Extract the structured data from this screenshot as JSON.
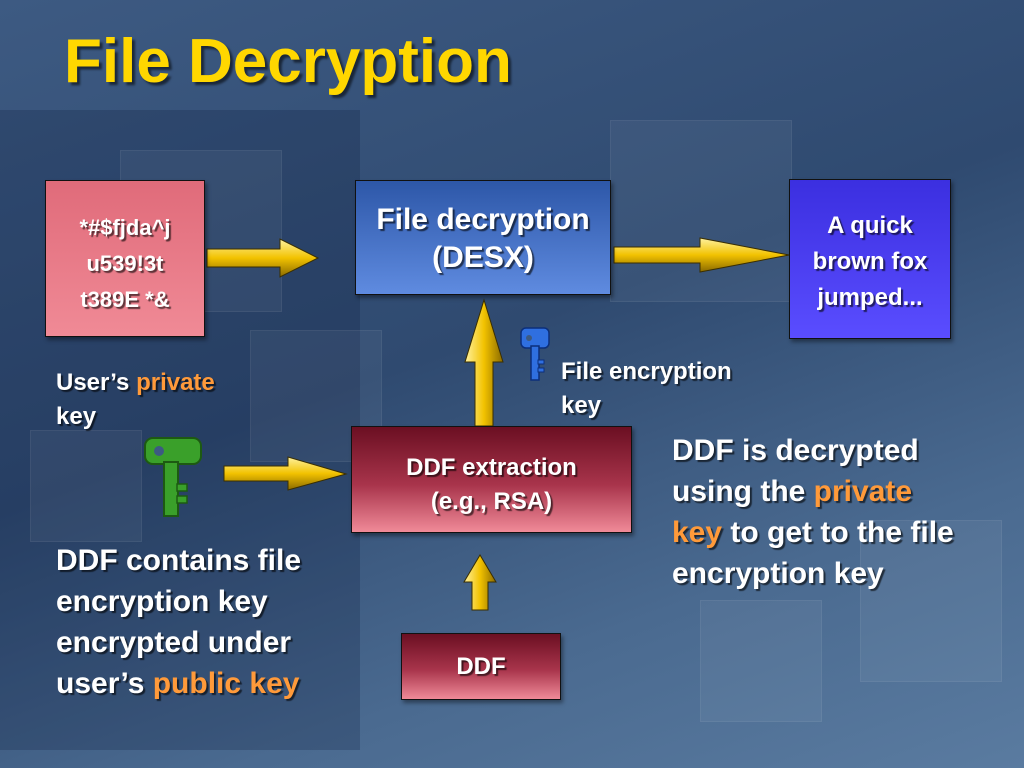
{
  "slide": {
    "title": "File Decryption"
  },
  "boxes": {
    "ciphertext": {
      "line1": "*#$fjda^j",
      "line2": "u539!3t",
      "line3": "t389E *&"
    },
    "file_decryption": {
      "line1": "File decryption",
      "line2": "(DESX)"
    },
    "plaintext": {
      "line1": "A quick",
      "line2": "brown fox",
      "line3": "jumped..."
    },
    "ddf_extraction": {
      "line1": "DDF extraction",
      "line2": "(e.g., RSA)"
    },
    "ddf": {
      "label": "DDF"
    }
  },
  "labels": {
    "private_key": {
      "prefix": "User’s ",
      "highlight": "private",
      "line2": "key"
    },
    "file_encryption_key": {
      "line1": "File encryption",
      "line2": "key"
    },
    "ddf_decrypted": {
      "line1": "DDF is decrypted",
      "line2_prefix": "using the ",
      "line2_highlight": "private",
      "line3_highlight": "key",
      "line3_suffix": " to get to the file",
      "line4": "encryption key"
    },
    "ddf_contains": {
      "line1": "DDF contains file",
      "line2": "encryption key",
      "line3": "encrypted under",
      "line4_prefix": "user’s ",
      "line4_highlight": "public key"
    }
  },
  "icons": {
    "blue_key": "key-icon",
    "green_key": "key-icon"
  },
  "colors": {
    "title": "#ffd700",
    "highlight": "#ff9a3a",
    "arrow": "#f2c200",
    "green_key": "#3aa02a",
    "blue_key": "#2f6fe0"
  }
}
